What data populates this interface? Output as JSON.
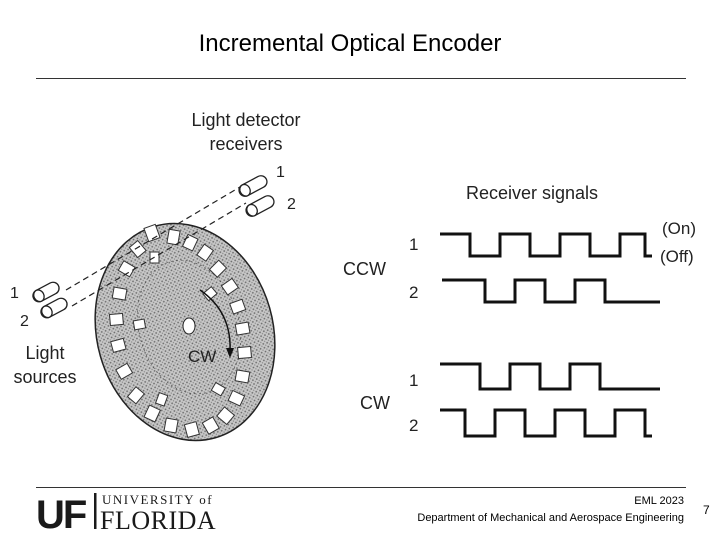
{
  "slide": {
    "title": "Incremental Optical Encoder"
  },
  "figure": {
    "detector_label_line1": "Light detector",
    "detector_label_line2": "receivers",
    "detector_1": "1",
    "detector_2": "2",
    "source_label_line1": "Light",
    "source_label_line2": "sources",
    "source_1": "1",
    "source_2": "2",
    "rotation_label": "CW",
    "signals_title": "Receiver signals",
    "on_label": "(On)",
    "off_label": "(Off)",
    "ccw_label": "CCW",
    "cw_label": "CW",
    "ccw_ch1": "1",
    "ccw_ch2": "2",
    "cw_ch1": "1",
    "cw_ch2": "2"
  },
  "footer": {
    "logo_university": "UNIVERSITY of",
    "logo_florida": "FLORIDA",
    "logo_uf": "UF",
    "course": "EML 2023",
    "department": "Department of Mechanical and Aerospace Engineering",
    "page": "7"
  }
}
